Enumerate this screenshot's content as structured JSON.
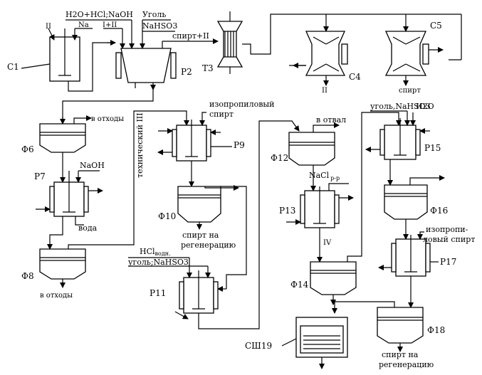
{
  "equipment": {
    "c1": "С1",
    "p2": "Р2",
    "t3": "Т3",
    "c4": "С4",
    "c5": "С5",
    "f6": "Ф6",
    "p7": "Р7",
    "f8": "Ф8",
    "p9": "Р9",
    "f10": "Ф10",
    "p11": "Р11",
    "f12": "Ф12",
    "p13": "Р13",
    "f14": "Ф14",
    "p15": "Р15",
    "f16": "Ф16",
    "p17": "Р17",
    "f18": "Ф18",
    "sh19": "СШ19"
  },
  "streams": {
    "roman_ii": "II",
    "na": "Na",
    "h2o_hcl_naoh": "H2O+HCl;NaOH",
    "coal": "Уголь",
    "nahso3": "NaHSO3",
    "i_plus_ii": "I+II",
    "alcohol_plus_ii": "спирт+II",
    "c4_out": "II",
    "c5_out": "спирт",
    "to_waste_f6": "в отходы",
    "naoh_p7": "NaOH",
    "water_p7": "вода",
    "to_waste_f8": "в отходы",
    "technical_iii": "технический III",
    "isopropyl_1": "изопропиловый",
    "isopropyl_2": "спирт",
    "regen_f10_1": "спирт на",
    "regen_f10_2": "регенерацию",
    "hcl_aq_main": "HCl",
    "hcl_aq_sub": "водн.",
    "coal_nahso3_p11": "уголь;NaHSO3",
    "to_dump": "в отвал",
    "nacl_main": "NaCl",
    "nacl_sub": "р-р",
    "roman_iv": "IV",
    "coal_nahso3_p15": "уголь,NaHSO3",
    "h2o_p15": "H2O",
    "isopro_1": "изопропи-",
    "isopro_2": "ловый спирт",
    "regen_f18_1": "спирт на",
    "regen_f18_2": "регенерацию"
  }
}
